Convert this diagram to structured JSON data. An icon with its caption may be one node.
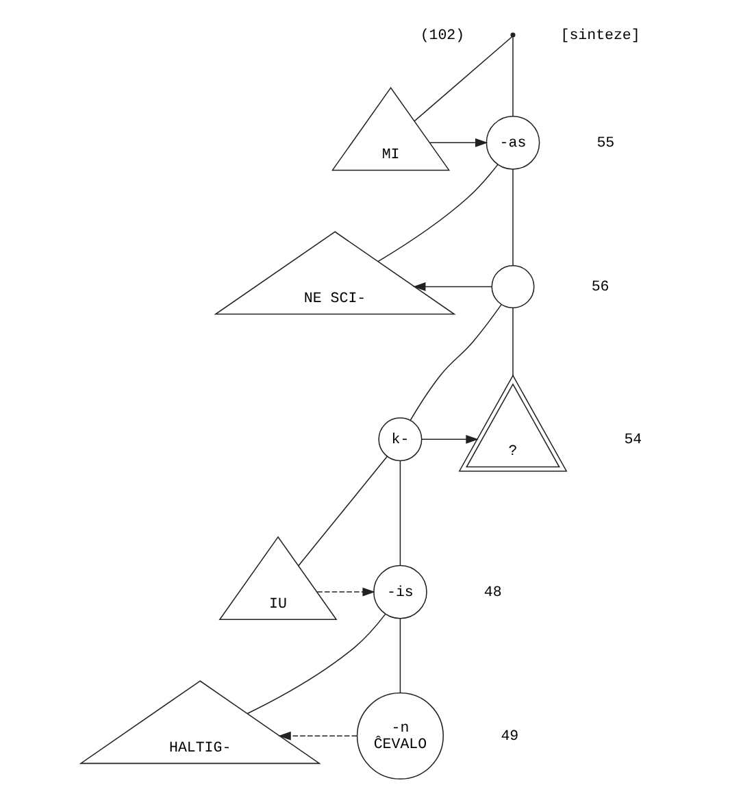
{
  "diagram": {
    "nodes": [
      {
        "text": [],
        "shape": "point"
      },
      {
        "text": [
          "MI"
        ]
      },
      {
        "text": [
          "-as"
        ]
      },
      {
        "text": [
          "NE SCI-"
        ]
      },
      {
        "text": [],
        "shape": "circle"
      },
      {
        "text": [
          "k-"
        ]
      },
      {
        "text": [
          "?"
        ]
      },
      {
        "text": [
          "IU"
        ]
      },
      {
        "text": [
          "-is"
        ]
      },
      {
        "text": [
          "HALTIG-"
        ]
      },
      {
        "text": [
          "-n",
          "ĈEVALO"
        ]
      }
    ],
    "edges": [
      {
        "from": 0,
        "to": 1,
        "arrow": "none"
      },
      {
        "from": 0,
        "to": 2,
        "arrow": "none"
      },
      {
        "from": 1,
        "to": 2,
        "arrow": "to"
      },
      {
        "from": 2,
        "to": 3,
        "arrow": "none"
      },
      {
        "from": 2,
        "to": 4,
        "arrow": "none"
      },
      {
        "from": 4,
        "to": 3,
        "arrow": "to"
      },
      {
        "from": 4,
        "to": 5,
        "arrow": "none"
      },
      {
        "from": 4,
        "to": 6,
        "arrow": "none"
      },
      {
        "from": 5,
        "to": 6,
        "arrow": "to"
      },
      {
        "from": 5,
        "to": 7,
        "arrow": "none"
      },
      {
        "from": 5,
        "to": 8,
        "arrow": "none"
      },
      {
        "from": 7,
        "to": 8,
        "arrow": "to",
        "style": "dashed"
      },
      {
        "from": 8,
        "to": 9,
        "arrow": "none"
      },
      {
        "from": 8,
        "to": 10,
        "arrow": "none"
      },
      {
        "from": 10,
        "to": 9,
        "arrow": "to",
        "style": "dashed"
      }
    ],
    "labels": [
      "(102)",
      "55",
      "[sinteze]",
      "56",
      "54",
      "48",
      "49"
    ]
  }
}
